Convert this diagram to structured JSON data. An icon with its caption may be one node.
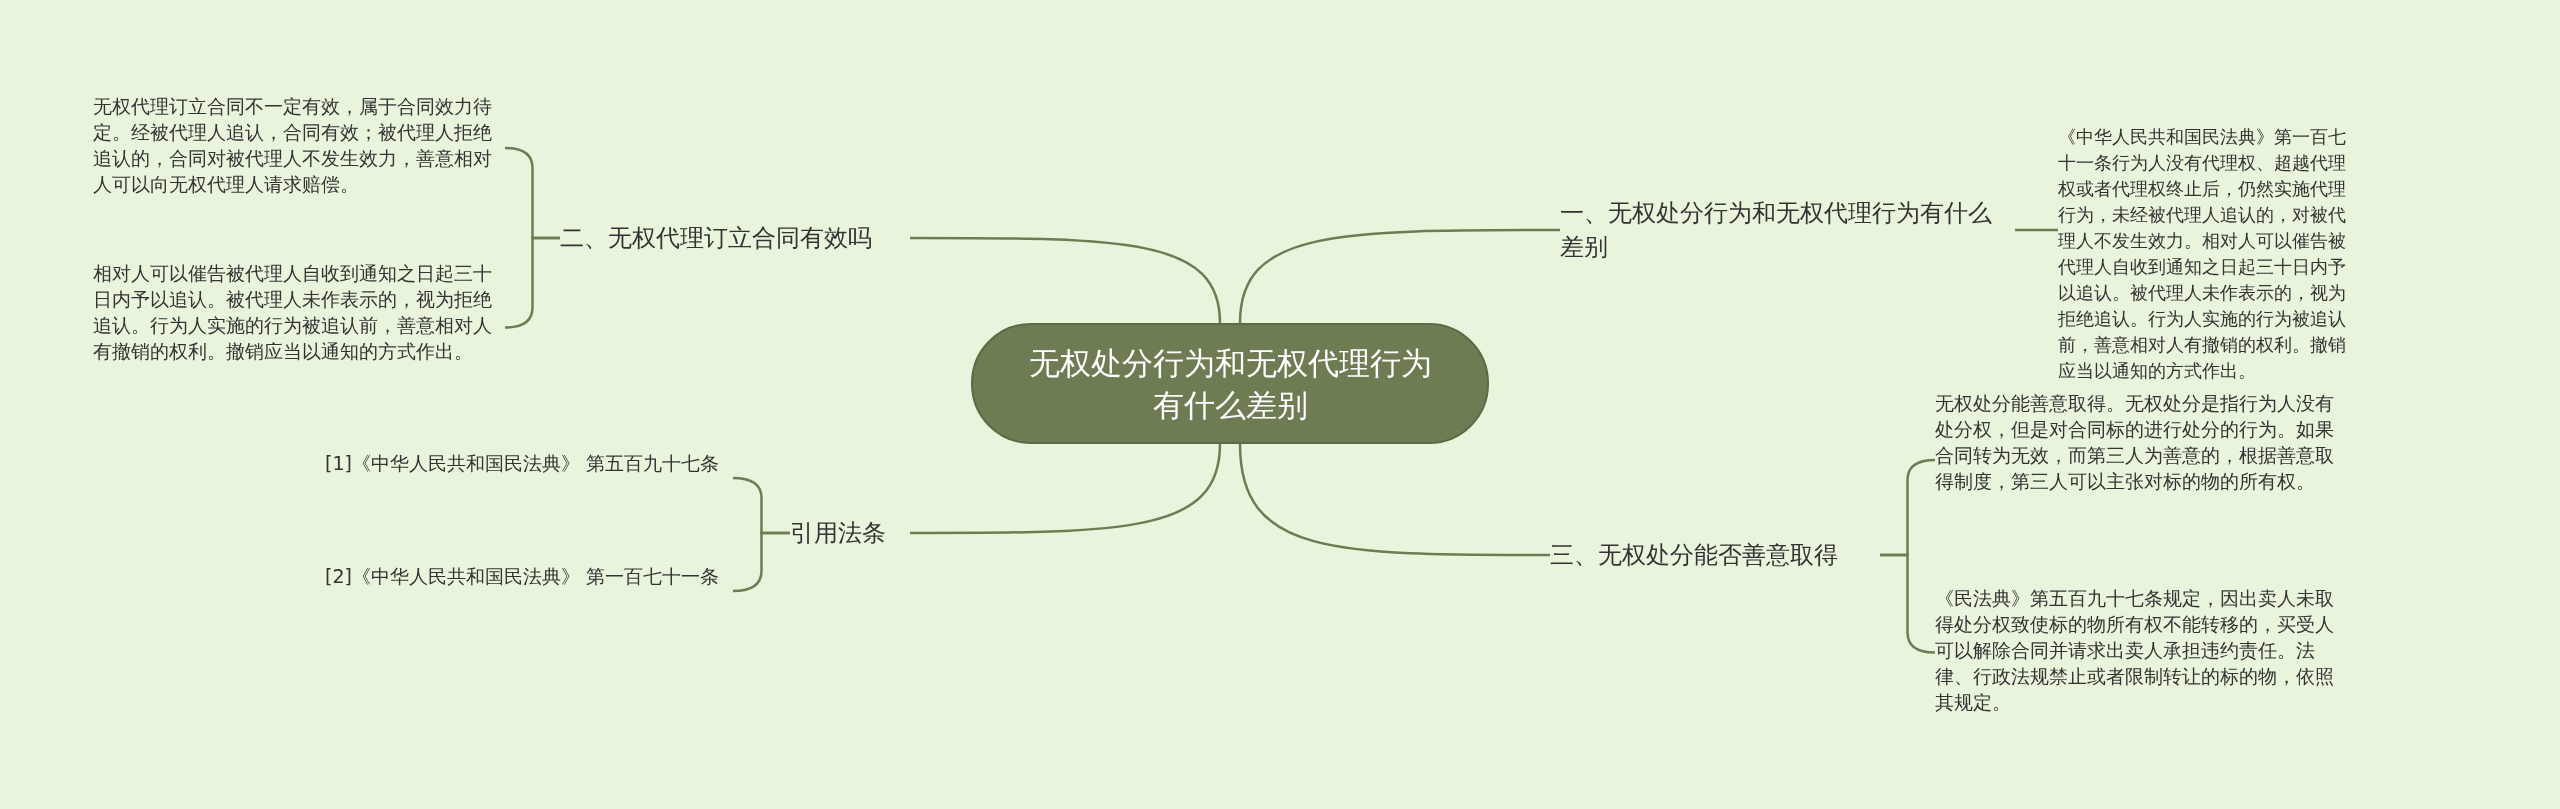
{
  "diagram": {
    "nodes": [
      {
        "text": [
          "无权处分行为和无权代理行为有什么差别"
        ]
      },
      {
        "text": [
          "一、无权处分行为和无权代理行为有什么差别"
        ]
      },
      {
        "text": [
          "《中华人民共和国民法典》第一百七十一条行为人没有代理权、超越代理权或者代理权终止后，仍然实施代理行为，未经被代理人追认的，对被代理人不发生效力。相对人可以催告被代理人自收到通知之日起三十日内予以追认。被代理人未作表示的，视为拒绝追认。行为人实施的行为被追认前，善意相对人有撤销的权利。撤销应当以通知的方式作出。"
        ]
      },
      {
        "text": [
          "三、无权处分能否善意取得"
        ]
      },
      {
        "text": [
          "无权处分能善意取得。无权处分是指行为人没有处分权，但是对合同标的进行处分的行为。如果合同转为无效，而第三人为善意的，根据善意取得制度，第三人可以主张对标的物的所有权。"
        ]
      },
      {
        "text": [
          "《民法典》第五百九十七条规定，因出卖人未取得处分权致使标的物所有权不能转移的，买受人可以解除合同并请求出卖人承担违约责任。法律、行政法规禁止或者限制转让的标的物，依照其规定。"
        ]
      },
      {
        "text": [
          "二、无权代理订立合同有效吗"
        ]
      },
      {
        "text": [
          "无权代理订立合同不一定有效，属于合同效力待定。经被代理人追认，合同有效；被代理人拒绝追认的，合同对被代理人不发生效力，善意相对人可以向无权代理人请求赔偿。"
        ]
      },
      {
        "text": [
          "相对人可以催告被代理人自收到通知之日起三十日内予以追认。被代理人未作表示的，视为拒绝追认。行为人实施的行为被追认前，善意相对人有撤销的权利。撤销应当以通知的方式作出。"
        ]
      },
      {
        "text": [
          "引用法条"
        ]
      },
      {
        "text": [
          "[1]《中华人民共和国民法典》 第五百九十七条"
        ]
      },
      {
        "text": [
          "[2]《中华人民共和国民法典》 第一百七十一条"
        ]
      }
    ],
    "edges": [
      {
        "from": 0,
        "to": 1,
        "arrow": "none"
      },
      {
        "from": 1,
        "to": 2,
        "arrow": "none"
      },
      {
        "from": 0,
        "to": 3,
        "arrow": "none"
      },
      {
        "from": 3,
        "to": 4,
        "arrow": "none"
      },
      {
        "from": 3,
        "to": 5,
        "arrow": "none"
      },
      {
        "from": 0,
        "to": 6,
        "arrow": "none"
      },
      {
        "from": 6,
        "to": 7,
        "arrow": "none"
      },
      {
        "from": 6,
        "to": 8,
        "arrow": "none"
      },
      {
        "from": 0,
        "to": 9,
        "arrow": "none"
      },
      {
        "from": 9,
        "to": 10,
        "arrow": "none"
      },
      {
        "from": 9,
        "to": 11,
        "arrow": "none"
      }
    ]
  }
}
